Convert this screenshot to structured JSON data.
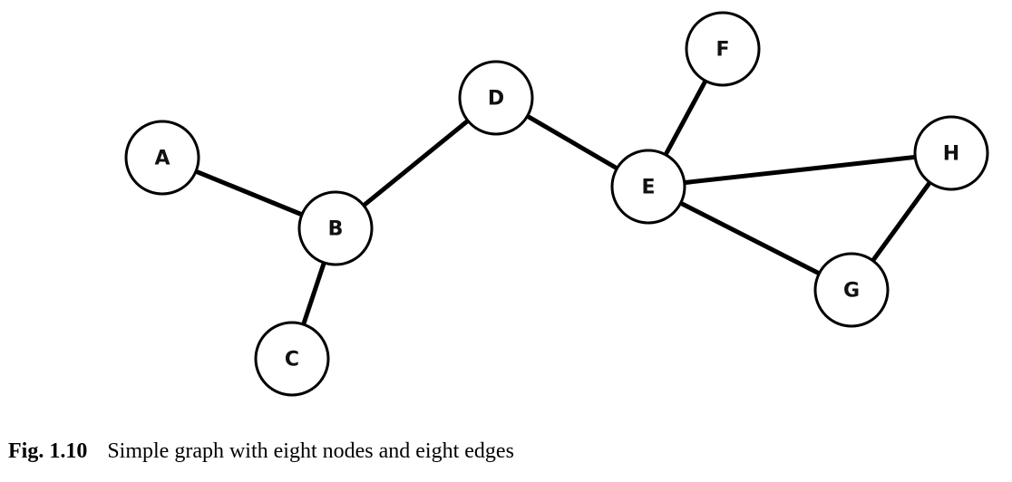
{
  "figure": {
    "label": "Fig. 1.10",
    "caption": "Simple graph with eight nodes and eight edges"
  },
  "graph": {
    "nodes": [
      {
        "id": "A",
        "label": "A"
      },
      {
        "id": "B",
        "label": "B"
      },
      {
        "id": "C",
        "label": "C"
      },
      {
        "id": "D",
        "label": "D"
      },
      {
        "id": "E",
        "label": "E"
      },
      {
        "id": "F",
        "label": "F"
      },
      {
        "id": "G",
        "label": "G"
      },
      {
        "id": "H",
        "label": "H"
      }
    ],
    "edges": [
      {
        "from": "A",
        "to": "B"
      },
      {
        "from": "B",
        "to": "C"
      },
      {
        "from": "B",
        "to": "D"
      },
      {
        "from": "D",
        "to": "E"
      },
      {
        "from": "E",
        "to": "F"
      },
      {
        "from": "E",
        "to": "H"
      },
      {
        "from": "E",
        "to": "G"
      },
      {
        "from": "G",
        "to": "H"
      }
    ]
  }
}
